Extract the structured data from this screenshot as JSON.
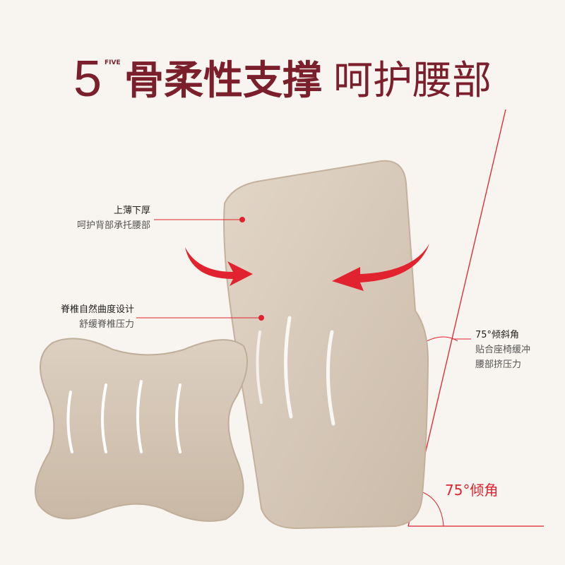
{
  "title": {
    "logo_number": "5",
    "logo_text": "FIVE",
    "bold": "骨柔性支撑",
    "light": "呵护腰部"
  },
  "callouts": [
    {
      "heading": "上薄下厚",
      "text": "呵护背部承托腰部"
    },
    {
      "heading": "脊椎自然曲度设计",
      "text": "舒缓脊椎压力"
    },
    {
      "heading": "75°倾斜角",
      "lines": [
        "贴合座椅缓冲",
        "腰部挤压力"
      ]
    }
  ],
  "angle_label": "75°倾角",
  "colors": {
    "accent": "#e0232f",
    "title": "#7a1f2b",
    "background": "#f8f4ef",
    "pillow": "#d9cbbb"
  }
}
